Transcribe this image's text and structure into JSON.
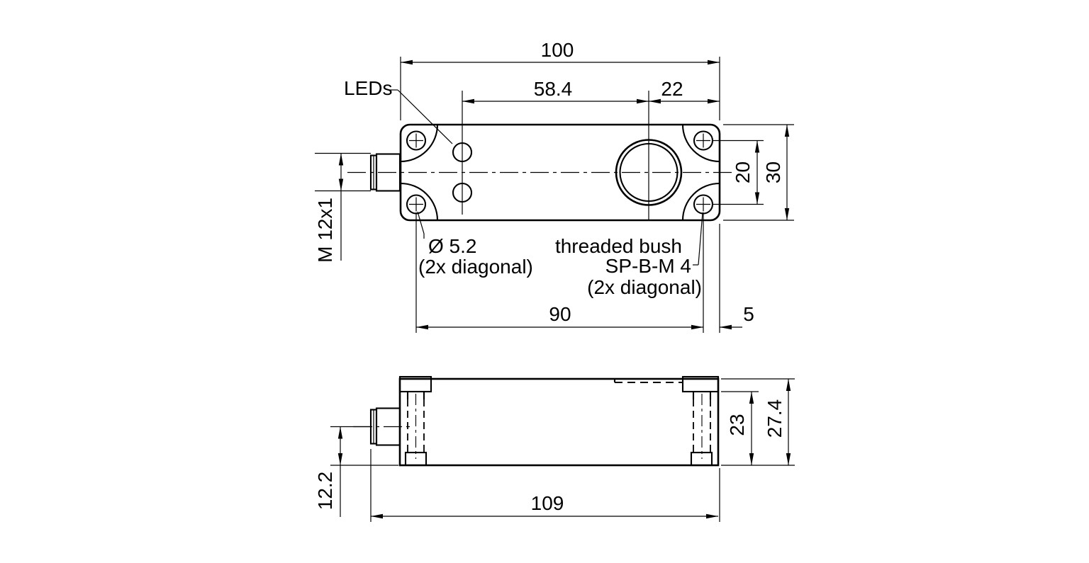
{
  "top_view": {
    "dims": {
      "width_overall": "100",
      "transducer_from_leds": "58.4",
      "transducer_from_face": "22",
      "hole_spacing_vertical": "20",
      "height_overall": "30",
      "hole_spacing_horizontal": "90",
      "hole_edge_offset": "5"
    },
    "labels": {
      "leds": "LEDs",
      "connector_thread": "M 12x1",
      "mounting_hole": "Ø 5.2",
      "mounting_hole_note": "(2x diagonal)",
      "threaded_bush_line1": "threaded bush",
      "threaded_bush_line2": "SP-B-M 4",
      "threaded_bush_note": "(2x diagonal)"
    }
  },
  "side_view": {
    "dims": {
      "connector_axis_height": "12.2",
      "length_overall": "109",
      "body_height": "23",
      "height_overall": "27.4"
    }
  },
  "colors": {
    "line": "#000000",
    "background": "#ffffff"
  }
}
